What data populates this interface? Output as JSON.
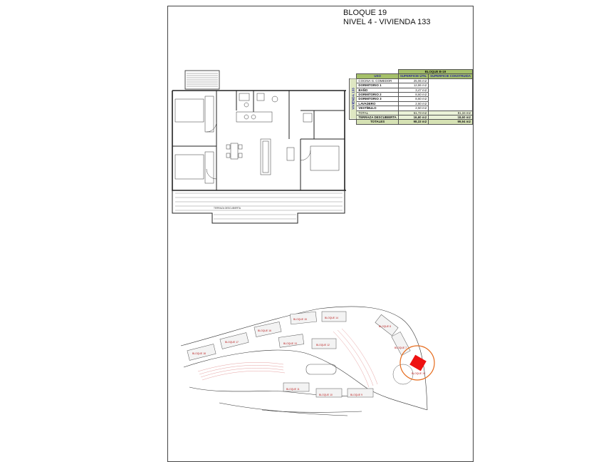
{
  "header": {
    "line1": "BLOQUE 19",
    "line2": "NIVEL 4 - VIVIENDA 133"
  },
  "table": {
    "block_title": "BLOQUE B-19",
    "col_use": "USO",
    "col_util": "SUPERFICIE ÚTIL",
    "col_built": "SUPERFICIE CONSTRUIDA",
    "unit_label": "VIVIENDA 133",
    "rows": [
      {
        "use": "COCINA-S. COMEDOR",
        "util": "25,06 m2"
      },
      {
        "use": "DORMITORIO 1",
        "util": "12,86 m2"
      },
      {
        "use": "BAÑO",
        "util": "3,47 m2"
      },
      {
        "use": "DORMITORIO 2",
        "util": "8,60 m2"
      },
      {
        "use": "DORMITORIO 3",
        "util": "8,60 m2"
      },
      {
        "use": "LAVADERO",
        "util": "2,60 m2"
      },
      {
        "use": "VESTÍBULO",
        "util": "2,50 m2"
      }
    ],
    "total": {
      "label": "TOTAL",
      "util": "61,73 m2",
      "built": "81,34 m2"
    },
    "terrace": {
      "label": "TERRAZA DESCUBIERTA",
      "util": "16,60 m2",
      "built": "18,60 m2"
    },
    "grand": {
      "label": "TOTALES",
      "util": "98,33 m2",
      "built": "99,94 m2"
    }
  },
  "plan": {
    "terrace_label": "TERRAZA DESCUBIERTA",
    "highlight_color": "#ee1111",
    "circle_color": "#e66a1a"
  },
  "siteplan": {
    "block_labels": [
      "BLOQUE 18",
      "BLOQUE 17",
      "BLOQUE 16",
      "BLOQUE 15",
      "BLOQUE 14",
      "BLOQUE 13",
      "BLOQUE 12",
      "BLOQUE 11",
      "BLOQUE 10",
      "BLOQUE 9",
      "BLOQUE 8",
      "BLOQUE 7",
      "BLOQUE 19"
    ]
  }
}
